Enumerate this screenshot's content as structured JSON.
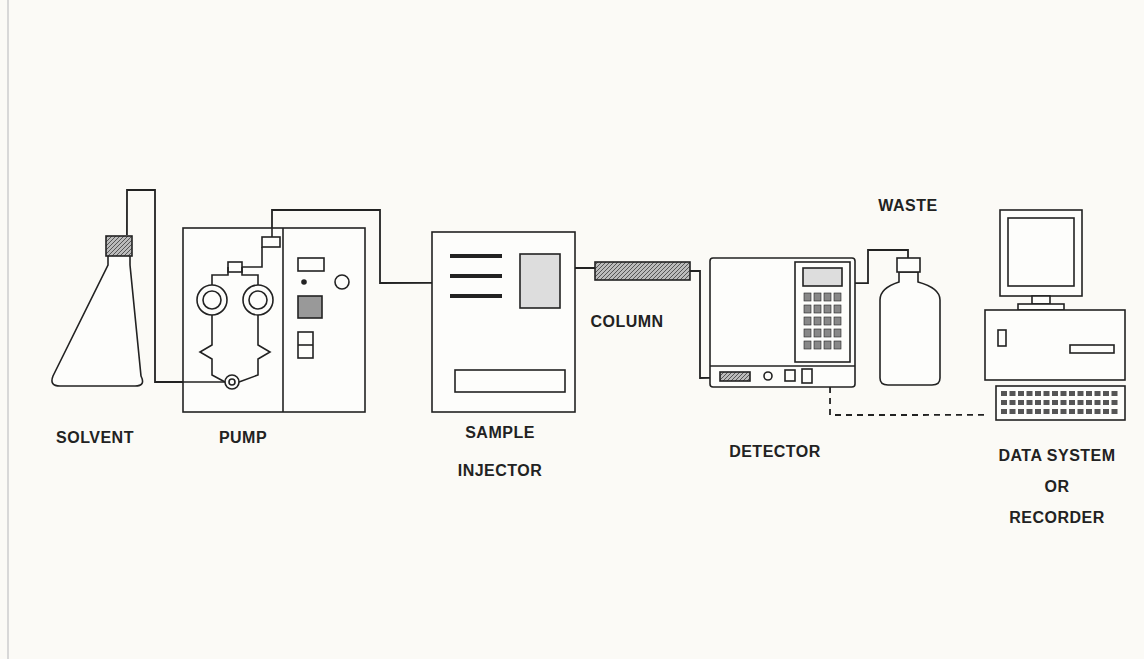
{
  "diagram": {
    "nodes": [
      {
        "text": [
          "SOLVENT"
        ]
      },
      {
        "text": [
          "PUMP"
        ]
      },
      {
        "text": [
          "SAMPLE INJECTOR"
        ]
      },
      {
        "text": [
          "COLUMN"
        ]
      },
      {
        "text": [
          "DETECTOR"
        ]
      },
      {
        "text": [
          "WASTE"
        ]
      },
      {
        "text": [
          "DATA SYSTEM OR RECORDER"
        ]
      }
    ],
    "edges": [
      {
        "from": 0,
        "to": 1,
        "arrow": "none"
      },
      {
        "from": 1,
        "to": 2,
        "arrow": "none"
      },
      {
        "from": 2,
        "to": 3,
        "arrow": "none"
      },
      {
        "from": 3,
        "to": 4,
        "arrow": "none"
      },
      {
        "from": 4,
        "to": 5,
        "arrow": "none"
      },
      {
        "from": 4,
        "to": 6,
        "arrow": "none"
      }
    ]
  }
}
